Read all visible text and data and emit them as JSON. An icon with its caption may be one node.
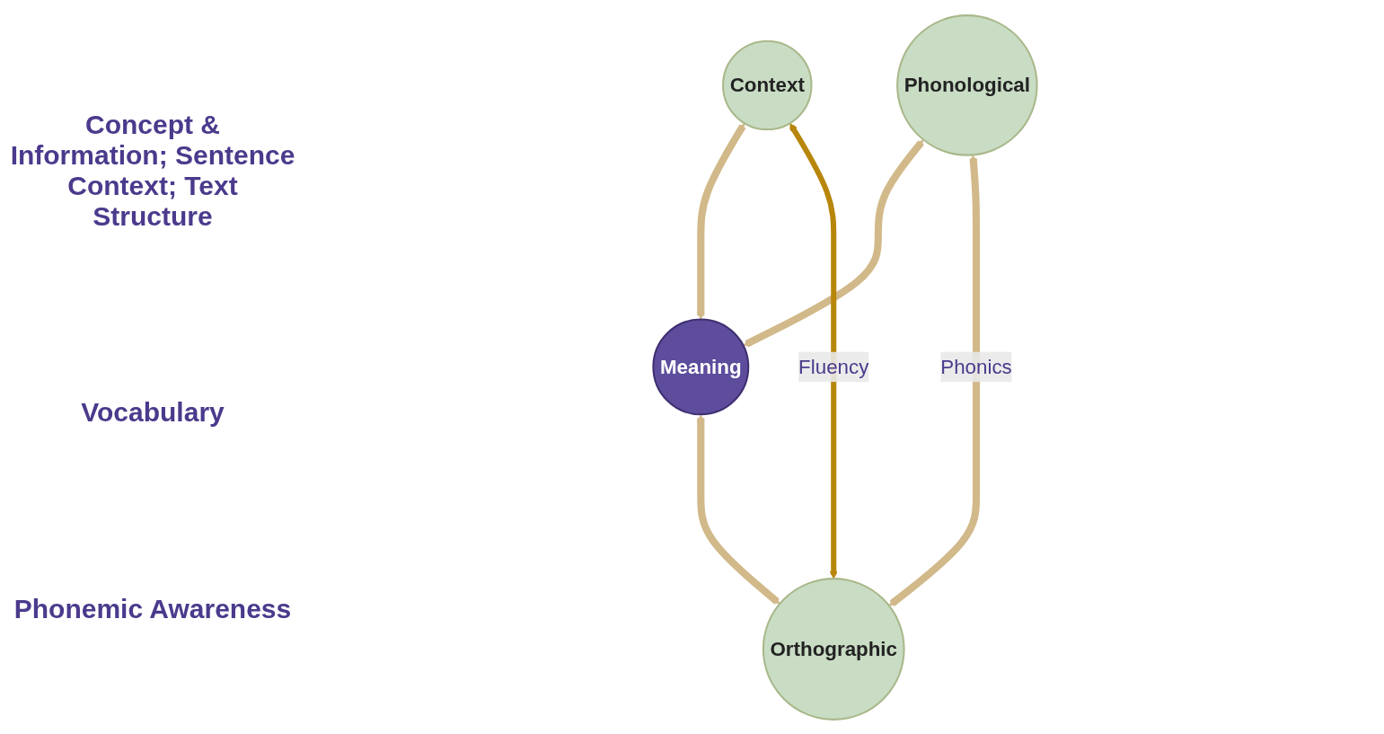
{
  "diagram": {
    "nodes": [
      {
        "text": [
          "Context"
        ]
      },
      {
        "text": [
          "Meaning"
        ]
      },
      {
        "text": [
          "Phonological"
        ]
      },
      {
        "text": [
          "Orthographic"
        ]
      }
    ],
    "edges": [
      {
        "from": 0,
        "to": 1,
        "arrow": "both"
      },
      {
        "from": 2,
        "to": 1,
        "arrow": "both"
      },
      {
        "from": 1,
        "to": 3,
        "arrow": "both"
      },
      {
        "from": 2,
        "to": 3,
        "arrow": "both",
        "label": "Phonics"
      },
      {
        "from": 0,
        "to": 3,
        "arrow": "both",
        "label": "Fluency",
        "color": "#b8860b"
      }
    ],
    "labels": [
      "Concept & Information; Sentence Context; Text Structure",
      "Vocabulary",
      "Phonemic Awareness"
    ]
  }
}
